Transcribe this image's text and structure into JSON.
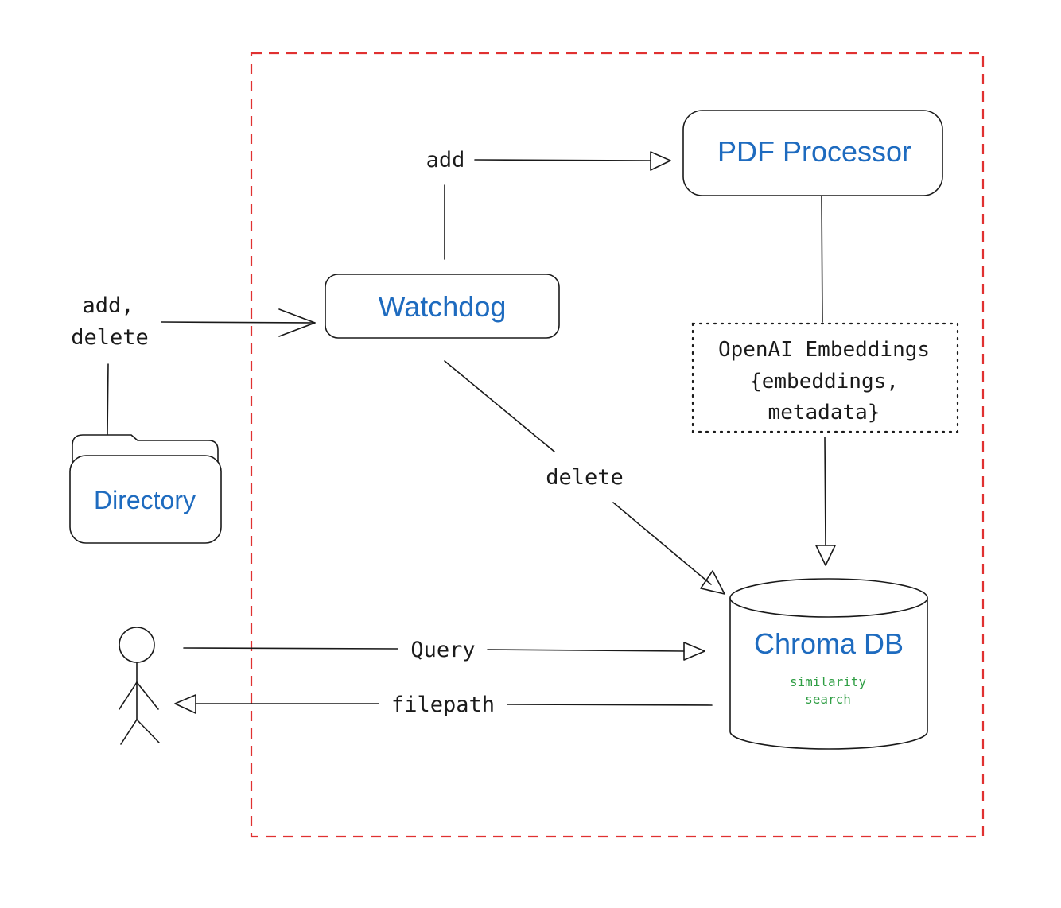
{
  "nodes": {
    "pdf_processor": "PDF Processor",
    "watchdog": "Watchdog",
    "directory": "Directory",
    "chroma_db": "Chroma DB",
    "chroma_note_line1": "similarity",
    "chroma_note_line2": "search",
    "embeddings_line1": "OpenAI Embeddings",
    "embeddings_line2": "{embeddings,",
    "embeddings_line3": "metadata}"
  },
  "edges": {
    "dir_to_watchdog_line1": "add,",
    "dir_to_watchdog_line2": "delete",
    "watchdog_to_pdf": "add",
    "watchdog_to_chroma": "delete",
    "user_to_chroma": "Query",
    "chroma_to_user": "filepath"
  },
  "colors": {
    "node_text": "#1e6bbf",
    "boundary": "#e03131",
    "note_text": "#2f9e44",
    "stroke": "#1a1a1a"
  },
  "icons": {
    "user": "stick-figure-icon",
    "directory": "folder-icon",
    "chroma": "database-cylinder-icon"
  }
}
